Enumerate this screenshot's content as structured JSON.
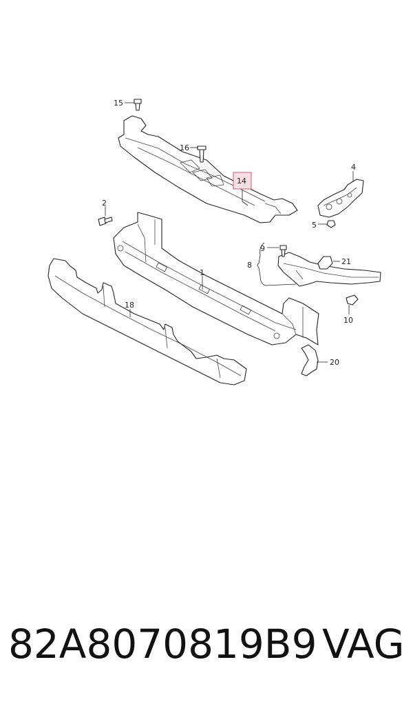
{
  "callouts": {
    "c1": "1",
    "c2": "2",
    "c4": "4",
    "c5": "5",
    "c8": "8",
    "c9": "9",
    "c10": "10",
    "c14": "14",
    "c15": "15",
    "c16": "16",
    "c18": "18",
    "c20": "20",
    "c21": "21"
  },
  "highlighted_callout": "14",
  "colors": {
    "highlight_fill": "#f7dfe4",
    "highlight_stroke": "#d45a78"
  },
  "footer": {
    "part_number": "82A8070819B9",
    "brand": "VAG"
  }
}
